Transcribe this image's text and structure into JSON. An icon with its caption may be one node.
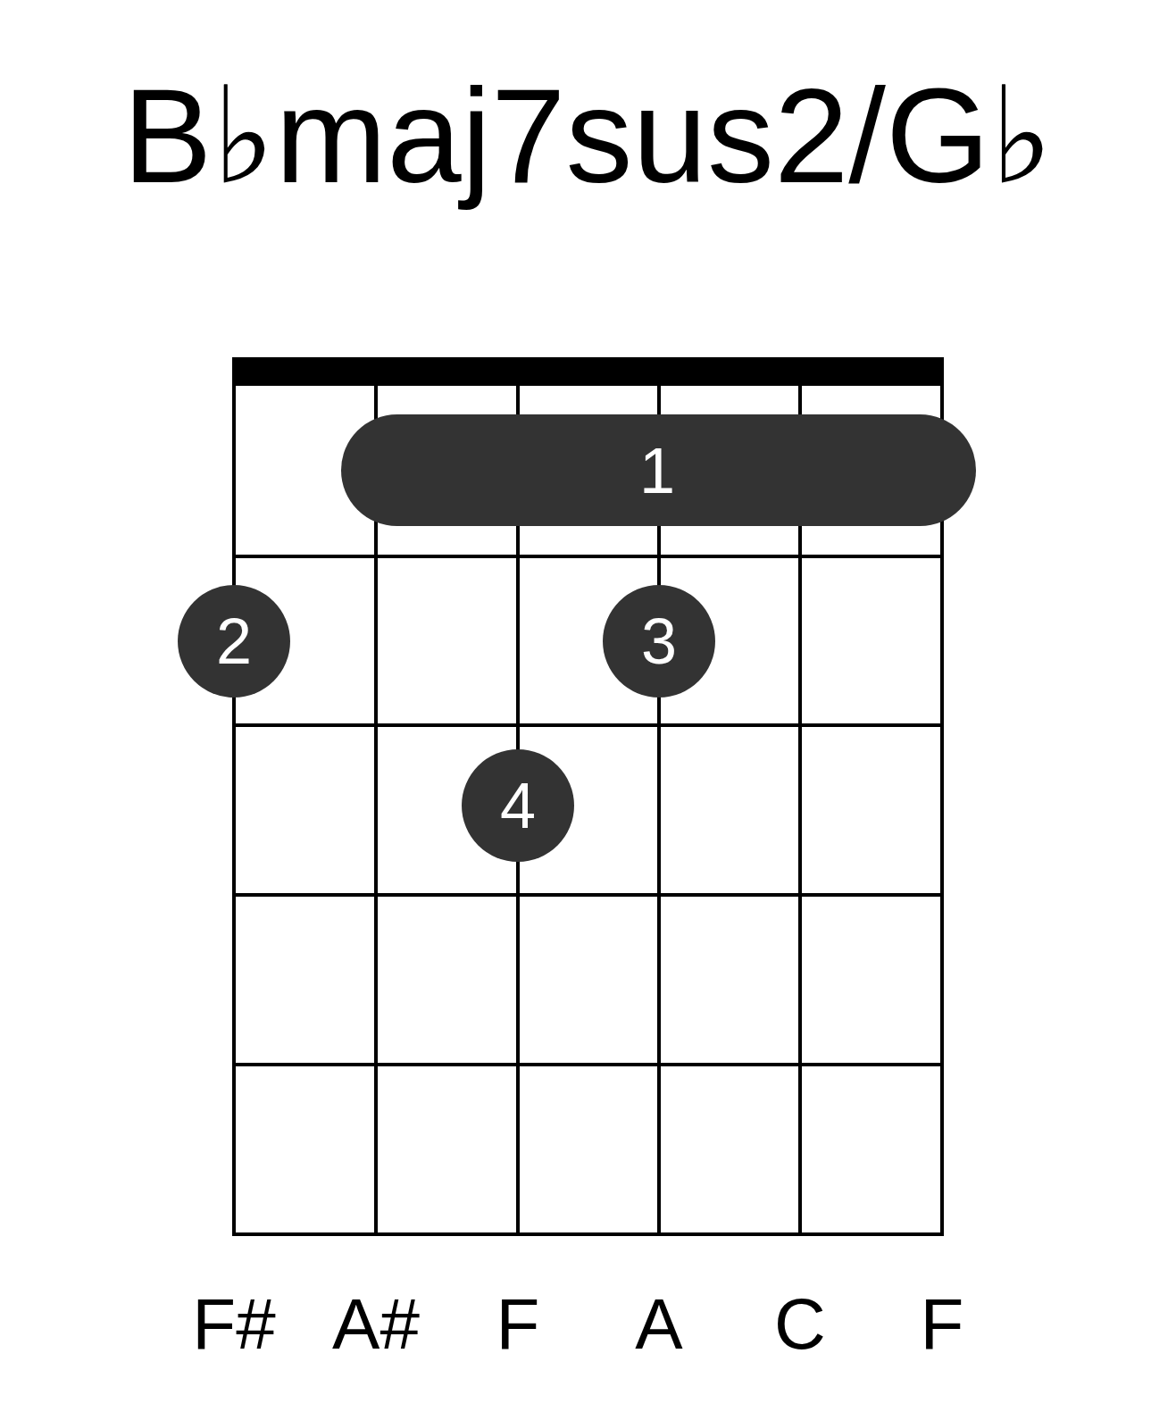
{
  "diagram": {
    "title": "B♭maj7sus2/G♭",
    "nodes": [
      {
        "text": [
          "1"
        ]
      },
      {
        "text": [
          "2"
        ]
      },
      {
        "text": [
          "3"
        ]
      },
      {
        "text": [
          "4"
        ]
      }
    ],
    "labels": [
      "F#",
      "A#",
      "F",
      "A",
      "C",
      "F"
    ]
  }
}
